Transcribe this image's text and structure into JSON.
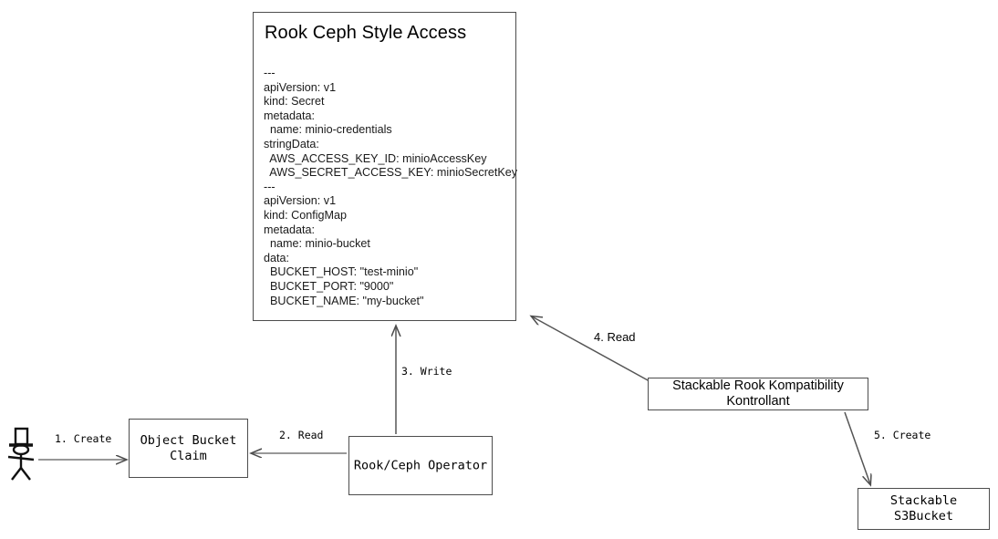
{
  "diagram": {
    "title": "Rook Ceph Style Access flow",
    "type": "flow-diagram",
    "background_color": "#ffffff",
    "stroke_color": "#4d4d4d",
    "text_color": "#000000"
  },
  "nodes": {
    "yaml_card": {
      "title": "Rook Ceph Style Access",
      "body": "---\napiVersion: v1\nkind: Secret\nmetadata:\n  name: minio-credentials\nstringData:\n  AWS_ACCESS_KEY_ID: minioAccessKey\n  AWS_SECRET_ACCESS_KEY: minioSecretKey\n---\napiVersion: v1\nkind: ConfigMap\nmetadata:\n  name: minio-bucket\ndata:\n  BUCKET_HOST: \"test-minio\"\n  BUCKET_PORT: \"9000\"\n  BUCKET_NAME: \"my-bucket\""
    },
    "object_bucket_claim": {
      "label": "Object Bucket\nClaim"
    },
    "rook_ceph_operator": {
      "label": "Rook/Ceph Operator"
    },
    "srkk": {
      "label": "Stackable Rook Kompatibility Kontrollant"
    },
    "s3bucket": {
      "label": "Stackable S3Bucket"
    },
    "actor": {
      "name": "user-actor"
    }
  },
  "edges": [
    {
      "id": "e1",
      "label": "1. Create",
      "from": "actor",
      "to": "object_bucket_claim"
    },
    {
      "id": "e2",
      "label": "2. Read",
      "from": "rook_ceph_operator",
      "to": "object_bucket_claim"
    },
    {
      "id": "e3",
      "label": "3. Write",
      "from": "rook_ceph_operator",
      "to": "yaml_card"
    },
    {
      "id": "e4",
      "label": "4. Read",
      "from": "srkk",
      "to": "yaml_card"
    },
    {
      "id": "e5",
      "label": "5. Create",
      "from": "srkk",
      "to": "s3bucket"
    }
  ]
}
